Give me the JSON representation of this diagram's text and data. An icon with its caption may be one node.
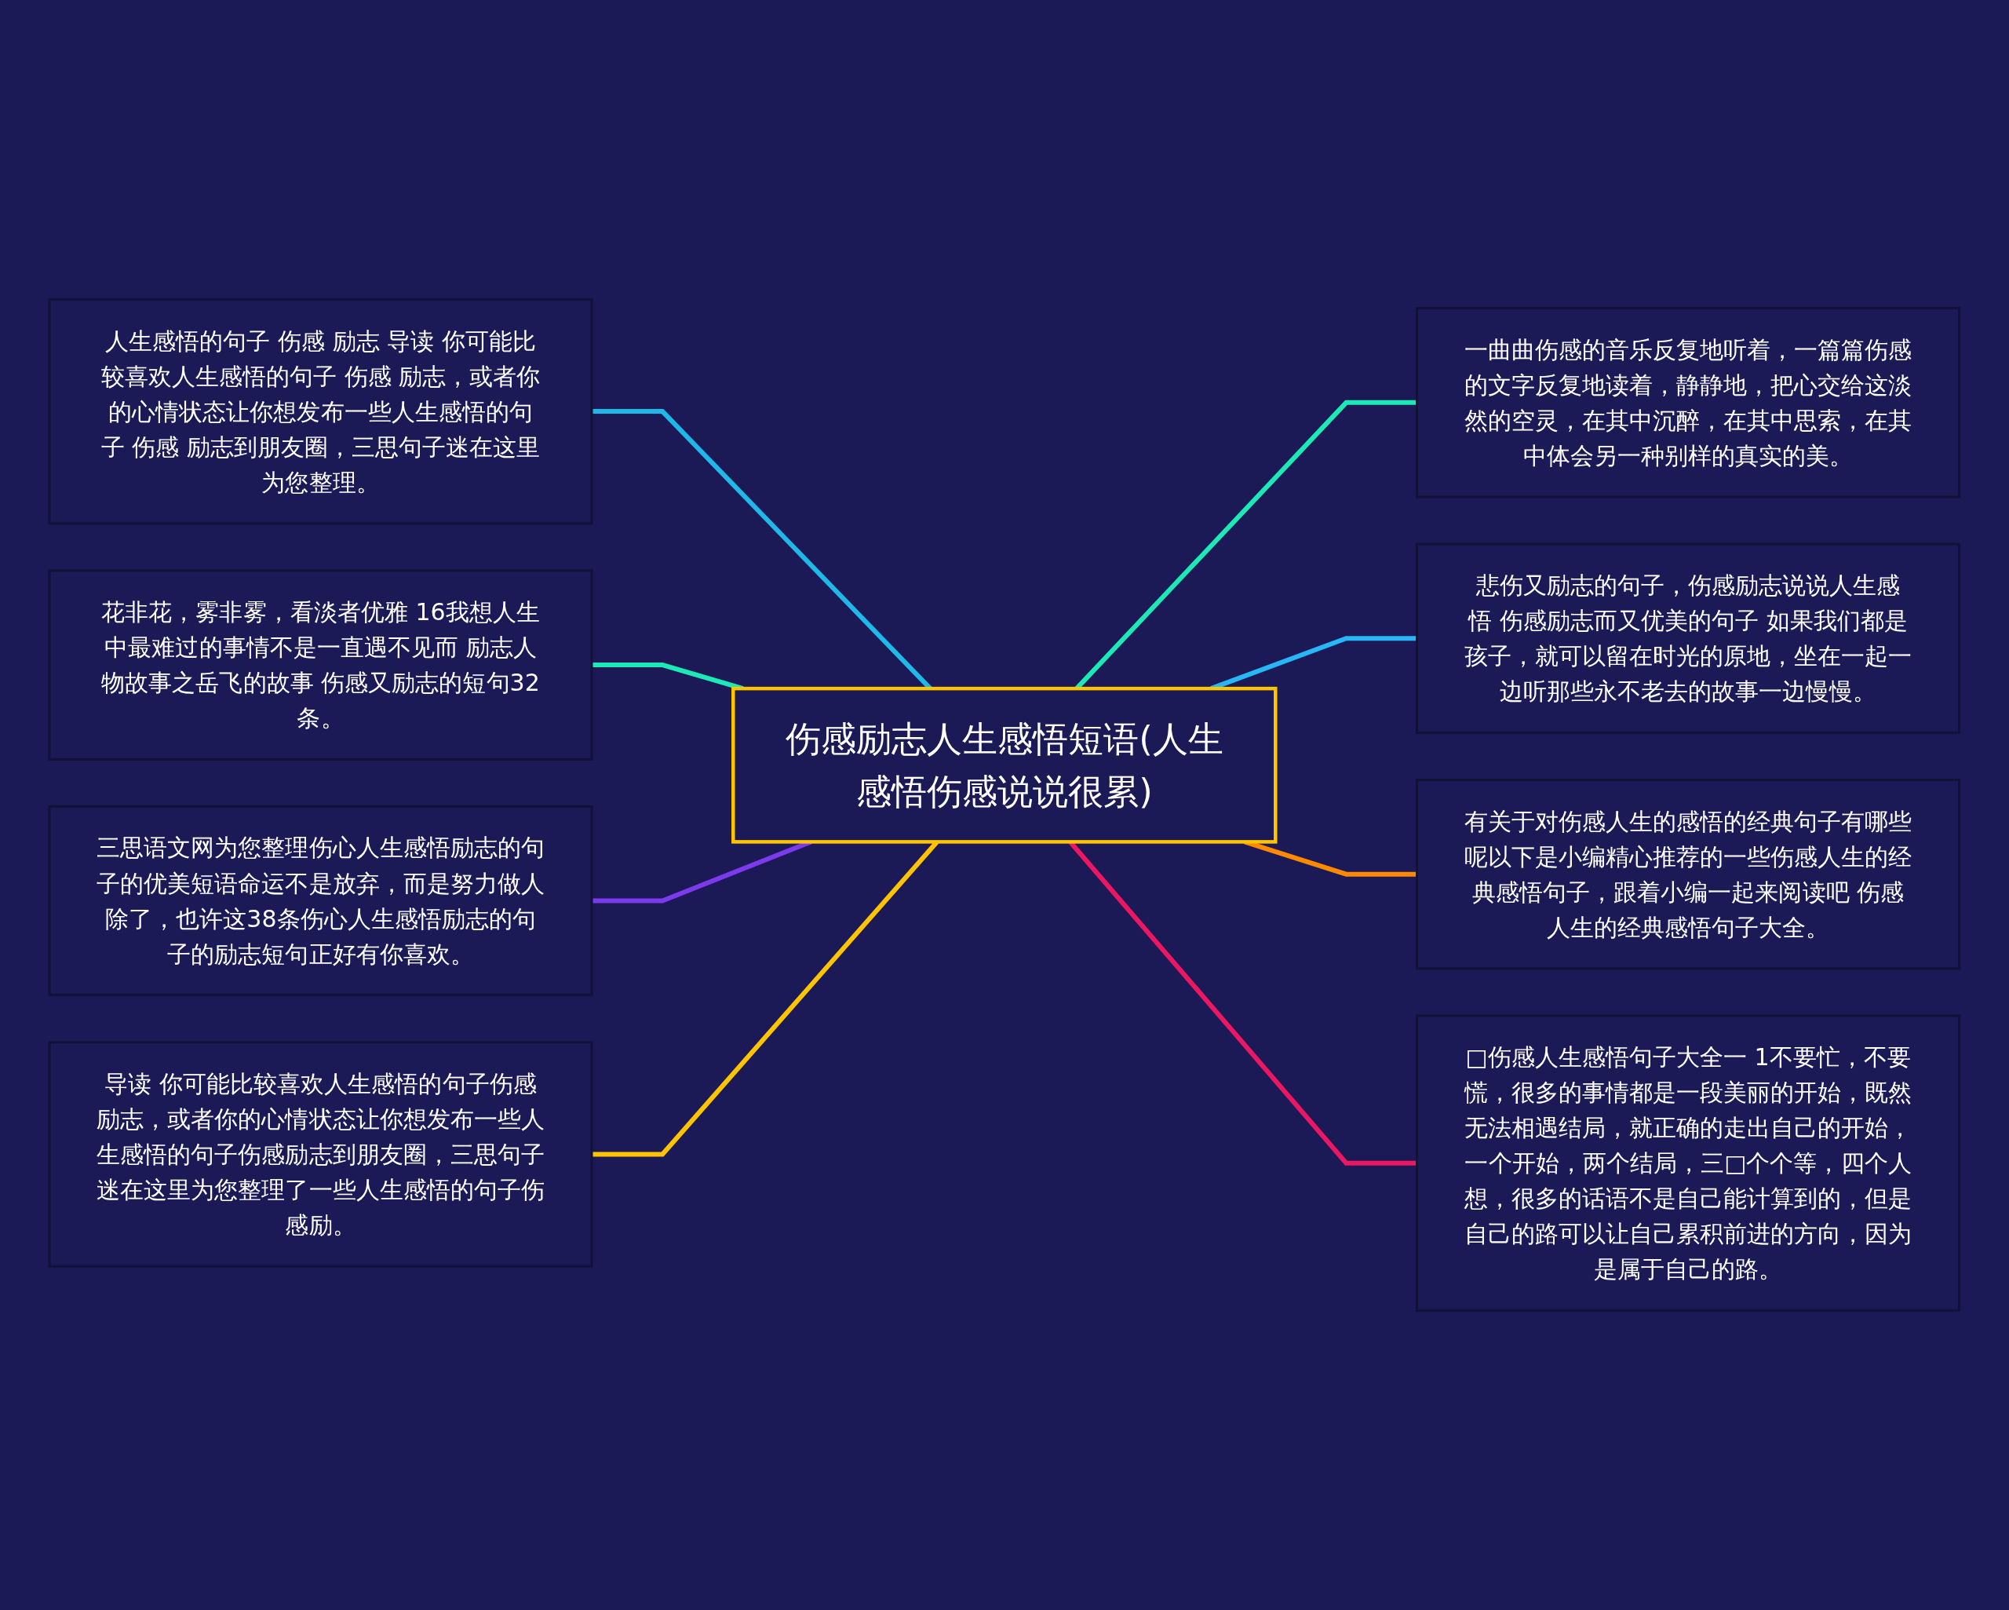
{
  "diagram": {
    "nodes": [
      {
        "text": [
          "伤感励志人生感悟短语(人生感悟伤感说说很累)"
        ]
      },
      {
        "text": [
          "人生感悟的句子 伤感 励志 导读 你可能比较喜欢人生感悟的句子 伤感 励志，或者你的心情状态让你想发布一些人生感悟的句子 伤感 励志到朋友圈，三思句子迷在这里为您整理。"
        ]
      },
      {
        "text": [
          "花非花，雾非雾，看淡者优雅 16我想人生中最难过的事情不是一直遇不见而 励志人物故事之岳飞的故事 伤感又励志的短句32条。"
        ]
      },
      {
        "text": [
          "三思语文网为您整理伤心人生感悟励志的句子的优美短语命运不是放弃，而是努力做人除了，也许这38条伤心人生感悟励志的句子的励志短句正好有你喜欢。"
        ]
      },
      {
        "text": [
          "导读 你可能比较喜欢人生感悟的句子伤感励志，或者你的心情状态让你想发布一些人生感悟的句子伤感励志到朋友圈，三思句子迷在这里为您整理了一些人生感悟的句子伤感励。"
        ]
      },
      {
        "text": [
          "一曲曲伤感的音乐反复地听着，一篇篇伤感的文字反复地读着，静静地，把心交给这淡然的空灵，在其中沉醉，在其中思索，在其中体会另一种别样的真实的美。"
        ]
      },
      {
        "text": [
          "悲伤又励志的句子，伤感励志说说人生感悟 伤感励志而又优美的句子 如果我们都是孩子，就可以留在时光的原地，坐在一起一边听那些永不老去的故事一边慢慢。"
        ]
      },
      {
        "text": [
          "有关于对伤感人生的感悟的经典句子有哪些呢以下是小编精心推荐的一些伤感人生的经典感悟句子，跟着小编一起来阅读吧 伤感人生的经典感悟句子大全。"
        ]
      },
      {
        "text": [
          "□伤感人生感悟句子大全一 1不要忙，不要慌，很多的事情都是一段美丽的开始，既然无法相遇结局，就正确的走出自己的开始，一个开始，两个结局，三□个个等，四个人想，很多的话语不是自己能计算到的，但是自己的路可以让自己累积前进的方向，因为是属于自己的路。"
        ]
      }
    ],
    "edges": [
      {
        "from": 1,
        "to": 0,
        "arrow": "none",
        "color": "#1fb8e8"
      },
      {
        "from": 2,
        "to": 0,
        "arrow": "none",
        "color": "#1de9b6"
      },
      {
        "from": 3,
        "to": 0,
        "arrow": "none",
        "color": "#7c3aed"
      },
      {
        "from": 4,
        "to": 0,
        "arrow": "none",
        "color": "#ffc400"
      },
      {
        "from": 0,
        "to": 5,
        "arrow": "none",
        "color": "#1de9b6"
      },
      {
        "from": 0,
        "to": 6,
        "arrow": "none",
        "color": "#29b6f6"
      },
      {
        "from": 0,
        "to": 7,
        "arrow": "none",
        "color": "#ff8a00"
      },
      {
        "from": 0,
        "to": 8,
        "arrow": "none",
        "color": "#ec1762"
      }
    ]
  }
}
